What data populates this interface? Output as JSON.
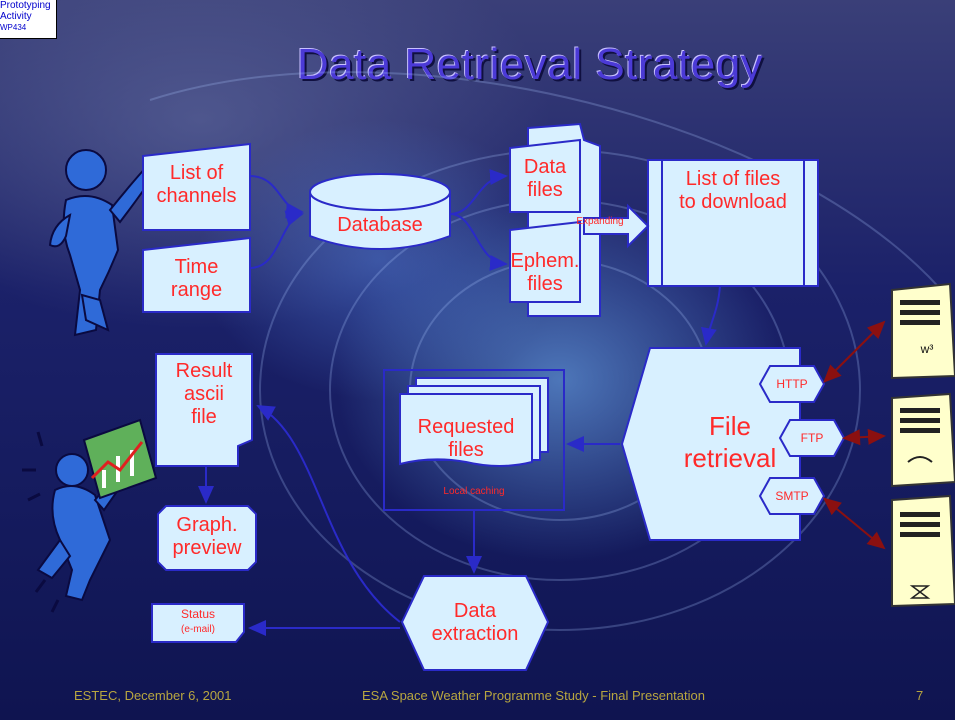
{
  "corner_tag": {
    "line1": "Prototyping",
    "line2": "Activity",
    "line3": "WP434"
  },
  "title": "Data Retrieval Strategy",
  "diagram": {
    "list_of_channels": "List of\nchannels",
    "time_range": "Time\nrange",
    "database": "Database",
    "data_files": "Data\nfiles",
    "ephem_files": "Ephem.\nfiles",
    "expanding": "Expanding",
    "list_of_files": "List of files\nto download",
    "file_retrieval": "File\nretrieval",
    "http": "HTTP",
    "ftp": "FTP",
    "smtp": "SMTP",
    "requested_files": "Requested\nfiles",
    "local_caching": "Local caching",
    "result_ascii": "Result\nascii\nfile",
    "graph_preview": "Graph.\npreview",
    "data_extraction": "Data\nextraction",
    "status": "Status",
    "status_sub": "(e-mail)",
    "server1_label": "w³"
  },
  "footer": {
    "left": "ESTEC, December 6, 2001",
    "center": "ESA Space Weather Programme Study - Final Presentation",
    "page": "7"
  },
  "colors": {
    "shape_fill": "#d8f0ff",
    "shape_stroke": "#2a2ac8",
    "text": "#ff2a2a",
    "arrow": "#2a2ac8",
    "link": "#8b1010"
  }
}
